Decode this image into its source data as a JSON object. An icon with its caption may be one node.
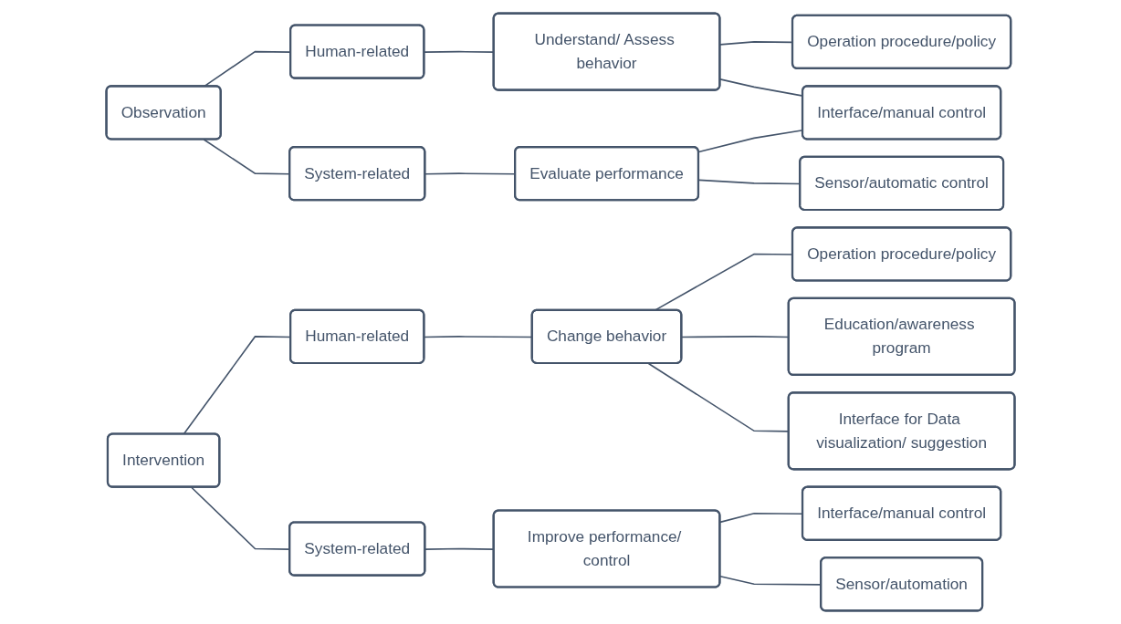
{
  "diagram": {
    "nodes": [
      {
        "text": [
          "Observation"
        ]
      },
      {
        "text": [
          "Human-related"
        ]
      },
      {
        "text": [
          "Understand/ Assess behavior"
        ]
      },
      {
        "text": [
          "Operation procedure/policy"
        ]
      },
      {
        "text": [
          "Interface/manual control"
        ]
      },
      {
        "text": [
          "System-related"
        ]
      },
      {
        "text": [
          "Evaluate performance"
        ]
      },
      {
        "text": [
          "Sensor/automatic control"
        ]
      },
      {
        "text": [
          "Intervention"
        ]
      },
      {
        "text": [
          "Human-related"
        ]
      },
      {
        "text": [
          "Change behavior"
        ]
      },
      {
        "text": [
          "Operation procedure/policy"
        ]
      },
      {
        "text": [
          "Education/awareness program"
        ]
      },
      {
        "text": [
          "Interface for Data visualization/ suggestion"
        ]
      },
      {
        "text": [
          "System-related"
        ]
      },
      {
        "text": [
          "Improve performance/ control"
        ]
      },
      {
        "text": [
          "Interface/manual control"
        ]
      },
      {
        "text": [
          "Sensor/automation"
        ]
      }
    ],
    "edges": [
      {
        "from": 0,
        "to": 1,
        "arrow": "none"
      },
      {
        "from": 0,
        "to": 5,
        "arrow": "none"
      },
      {
        "from": 1,
        "to": 2,
        "arrow": "none"
      },
      {
        "from": 5,
        "to": 6,
        "arrow": "none"
      },
      {
        "from": 2,
        "to": 3,
        "arrow": "none"
      },
      {
        "from": 2,
        "to": 4,
        "arrow": "none"
      },
      {
        "from": 6,
        "to": 4,
        "arrow": "none"
      },
      {
        "from": 6,
        "to": 7,
        "arrow": "none"
      },
      {
        "from": 8,
        "to": 9,
        "arrow": "none"
      },
      {
        "from": 8,
        "to": 14,
        "arrow": "none"
      },
      {
        "from": 9,
        "to": 10,
        "arrow": "none"
      },
      {
        "from": 10,
        "to": 11,
        "arrow": "none"
      },
      {
        "from": 10,
        "to": 12,
        "arrow": "none"
      },
      {
        "from": 10,
        "to": 13,
        "arrow": "none"
      },
      {
        "from": 14,
        "to": 15,
        "arrow": "none"
      },
      {
        "from": 15,
        "to": 16,
        "arrow": "none"
      },
      {
        "from": 15,
        "to": 17,
        "arrow": "none"
      }
    ]
  }
}
